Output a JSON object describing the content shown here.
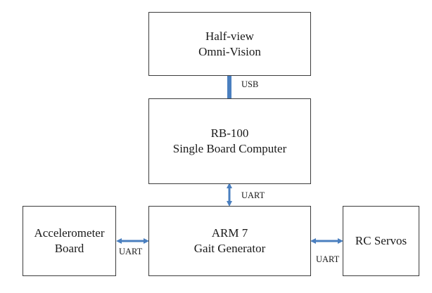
{
  "diagram": {
    "nodes": {
      "vision": {
        "line1": "Half-view",
        "line2": "Omni-Vision"
      },
      "computer": {
        "line1": "RB-100",
        "line2": "Single Board Computer"
      },
      "arm": {
        "line1": "ARM 7",
        "line2": "Gait Generator"
      },
      "accel": {
        "line1": "Accelerometer",
        "line2": "Board"
      },
      "servos": {
        "line1": "RC Servos"
      }
    },
    "links": {
      "usb": "USB",
      "uart_top": "UART",
      "uart_left": "UART",
      "uart_right": "UART"
    },
    "colors": {
      "connector": "#4a7fbf",
      "border": "#3c3c3c"
    }
  }
}
